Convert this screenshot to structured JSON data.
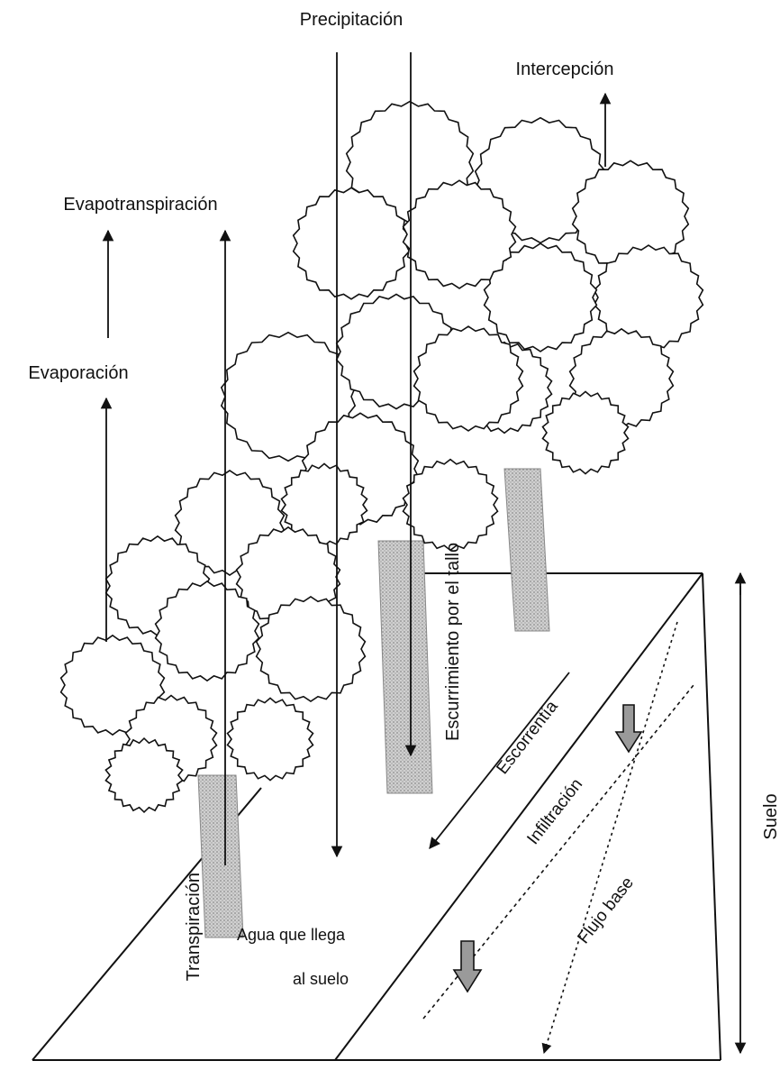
{
  "labels": {
    "precipitacion": "Precipitación",
    "intercepcion": "Intercepción",
    "evapotranspiracion": "Evapotranspiración",
    "evaporacion": "Evaporación",
    "escurrimiento": "Escurrimiento por el tallo",
    "escorrentia": "Escorrentía",
    "infiltracion": "Infiltración",
    "flujo_base": "Flujo base",
    "transpiracion": "Transpiración",
    "agua_line1": "Agua que llega",
    "agua_line2": "al suelo",
    "suelo": "Suelo"
  },
  "colors": {
    "ink": "#111111",
    "trunk": "#b8b8b8",
    "canopy_fill": "#ffffff",
    "down_arrow_fill": "#9a9a9a"
  }
}
